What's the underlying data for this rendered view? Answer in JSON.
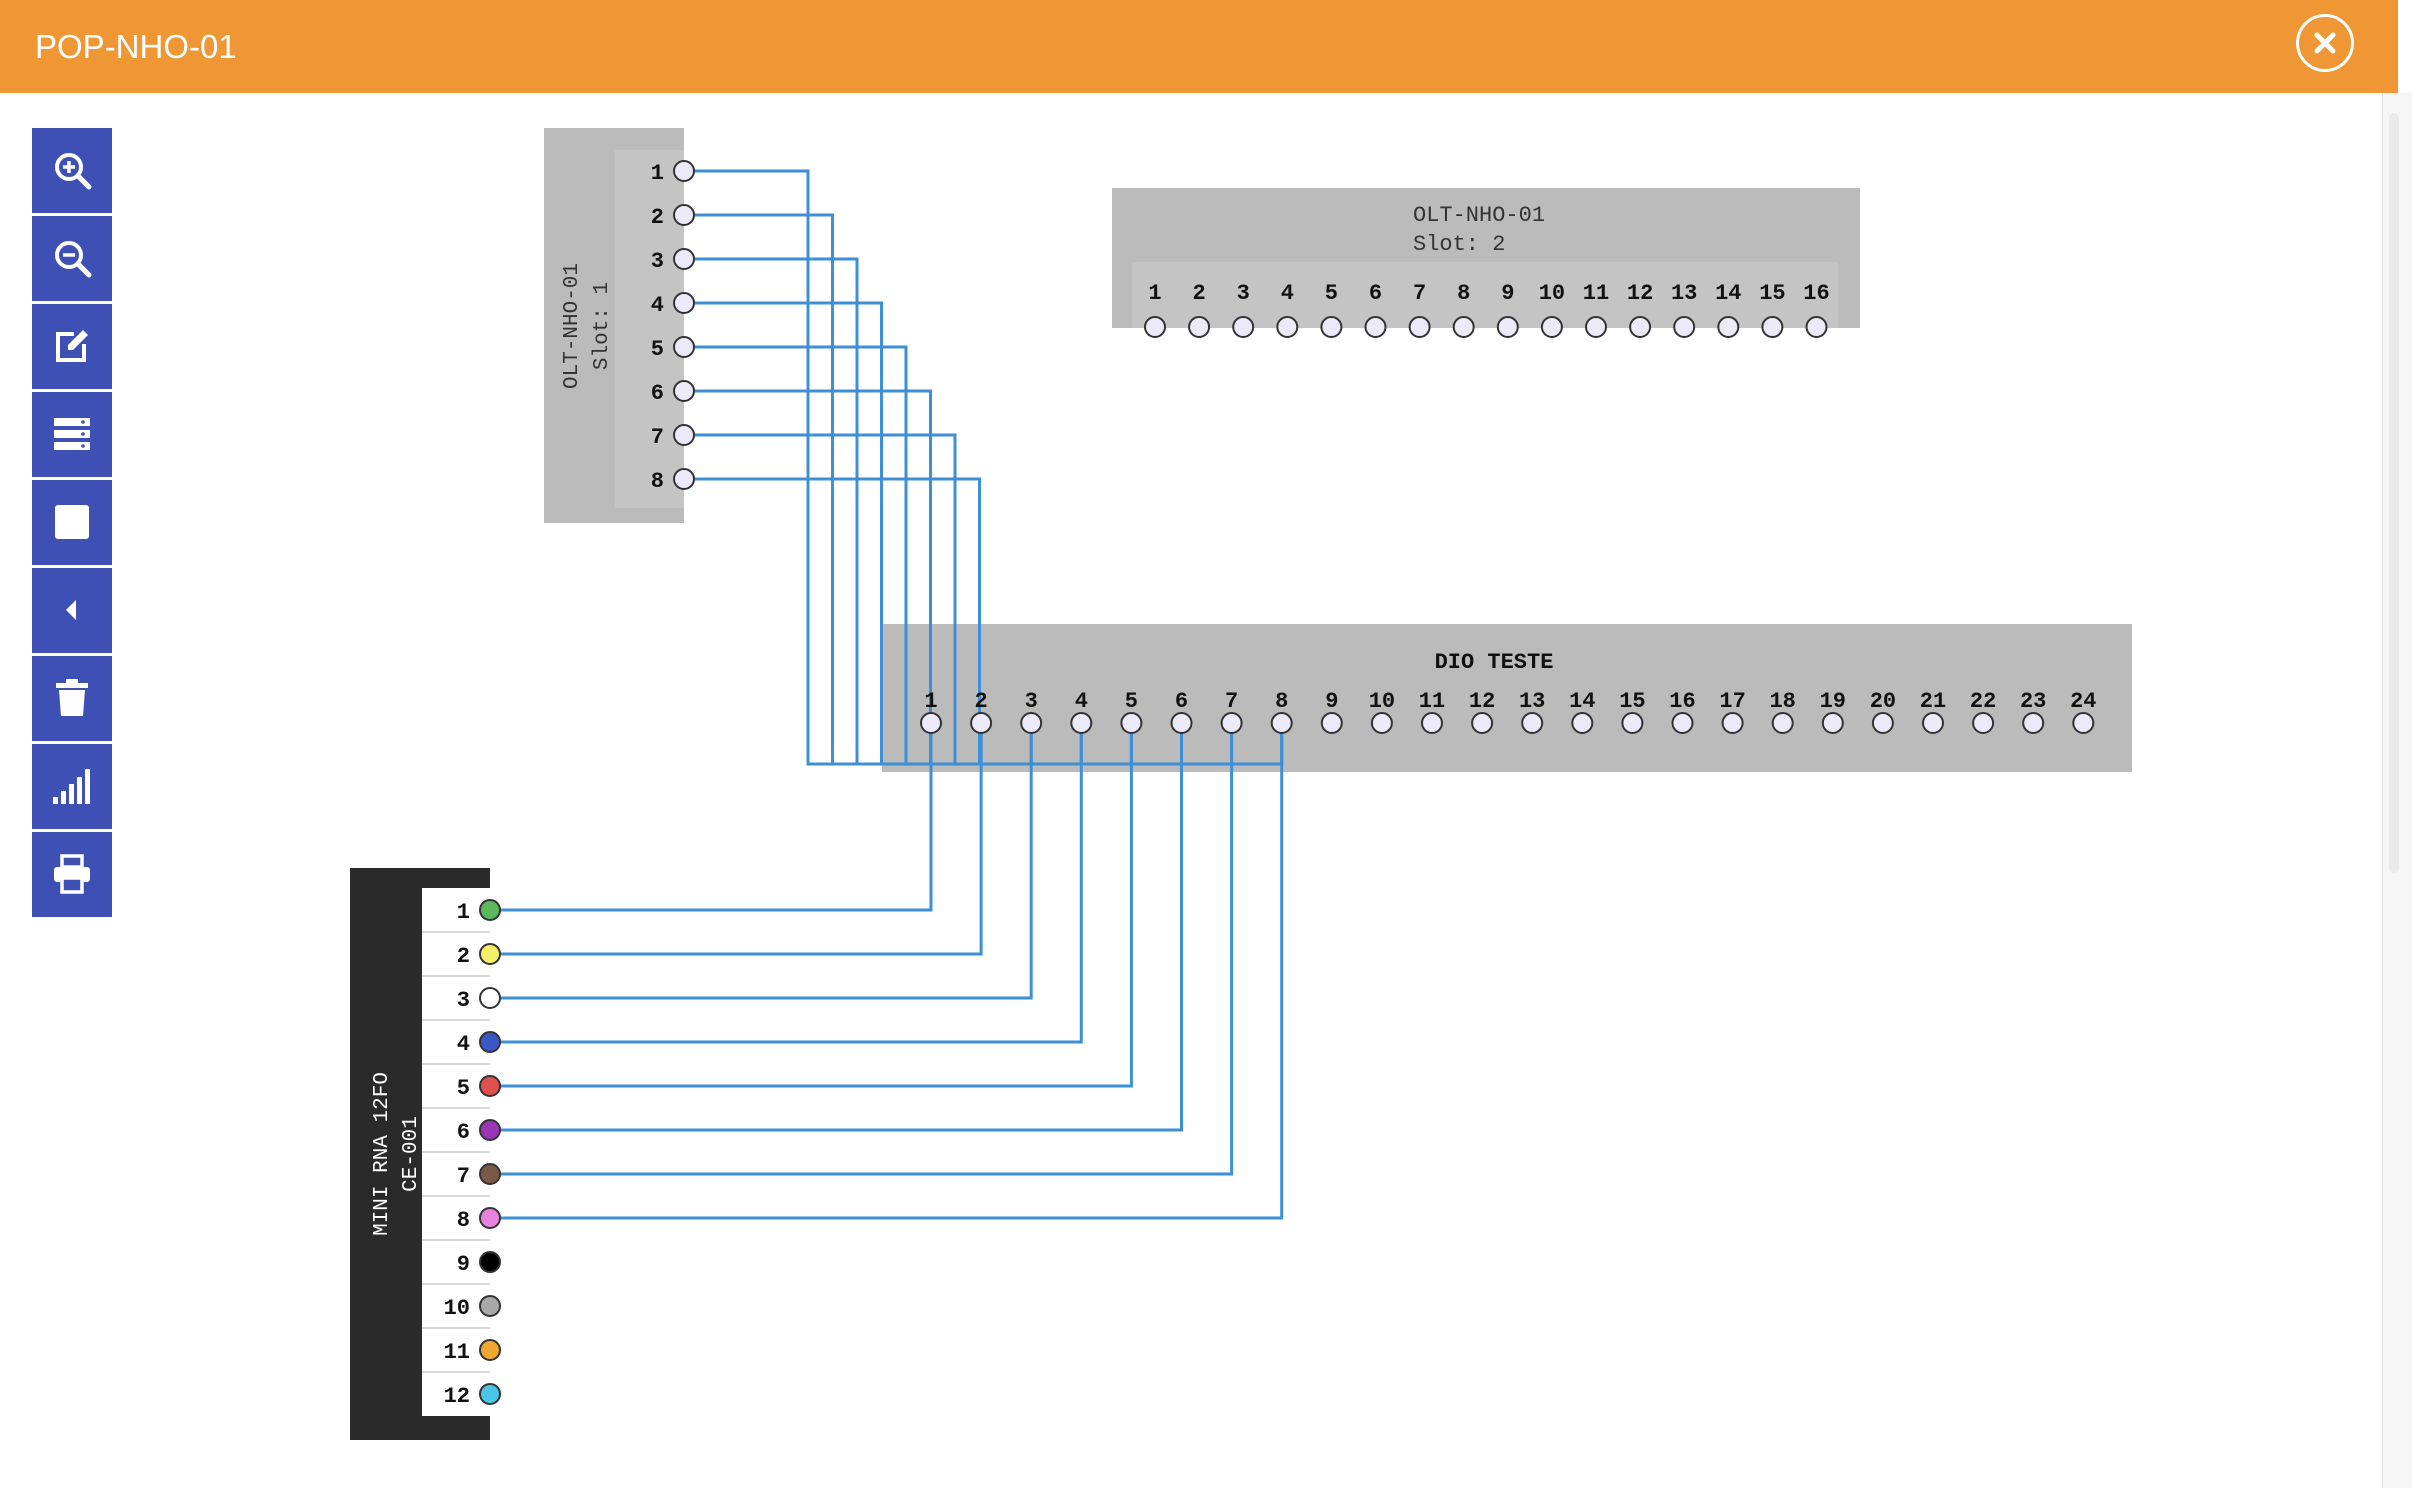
{
  "window": {
    "title": "POP-NHO-01",
    "close_icon": "close-circle-icon"
  },
  "toolbar": {
    "buttons": [
      {
        "name": "zoom-in-button",
        "icon": "zoom-in-icon"
      },
      {
        "name": "zoom-out-button",
        "icon": "zoom-out-icon"
      },
      {
        "name": "edit-button",
        "icon": "edit-icon"
      },
      {
        "name": "equipment-list-button",
        "icon": "server-icon"
      },
      {
        "name": "square-button",
        "icon": "square-icon"
      },
      {
        "name": "back-button",
        "icon": "caret-left-icon"
      },
      {
        "name": "delete-button",
        "icon": "trash-icon"
      },
      {
        "name": "signal-button",
        "icon": "signal-bars-icon"
      },
      {
        "name": "print-button",
        "icon": "print-icon"
      }
    ]
  },
  "diagram": {
    "olt_slot1": {
      "name": "OLT-NHO-01",
      "slot_label": "Slot: 1",
      "ports": [
        "1",
        "2",
        "3",
        "4",
        "5",
        "6",
        "7",
        "8"
      ]
    },
    "olt_slot2": {
      "name": "OLT-NHO-01",
      "slot_label": "Slot: 2",
      "ports": [
        "1",
        "2",
        "3",
        "4",
        "5",
        "6",
        "7",
        "8",
        "9",
        "10",
        "11",
        "12",
        "13",
        "14",
        "15",
        "16"
      ]
    },
    "dio": {
      "name": "DIO TESTE",
      "ports": [
        "1",
        "2",
        "3",
        "4",
        "5",
        "6",
        "7",
        "8",
        "9",
        "10",
        "11",
        "12",
        "13",
        "14",
        "15",
        "16",
        "17",
        "18",
        "19",
        "20",
        "21",
        "22",
        "23",
        "24"
      ]
    },
    "cable": {
      "name_line1": "MINI RNA 12FO",
      "name_line2": "CE-001",
      "fibers": [
        {
          "label": "1",
          "color": "#5cb85c"
        },
        {
          "label": "2",
          "color": "#f4f06a"
        },
        {
          "label": "3",
          "color": "#ffffff"
        },
        {
          "label": "4",
          "color": "#3b57c4"
        },
        {
          "label": "5",
          "color": "#e0514b"
        },
        {
          "label": "6",
          "color": "#9a35b5"
        },
        {
          "label": "7",
          "color": "#7a5a46"
        },
        {
          "label": "8",
          "color": "#e884e0"
        },
        {
          "label": "9",
          "color": "#000000"
        },
        {
          "label": "10",
          "color": "#a9a9a9"
        },
        {
          "label": "11",
          "color": "#f0a830"
        },
        {
          "label": "12",
          "color": "#49c6e5"
        }
      ]
    },
    "connections_olt_to_dio": [
      [
        1,
        1
      ],
      [
        2,
        2
      ],
      [
        3,
        3
      ],
      [
        4,
        4
      ],
      [
        5,
        5
      ],
      [
        6,
        6
      ],
      [
        7,
        7
      ],
      [
        8,
        8
      ]
    ],
    "connections_dio_to_cable": [
      [
        1,
        1
      ],
      [
        2,
        2
      ],
      [
        3,
        3
      ],
      [
        4,
        4
      ],
      [
        5,
        5
      ],
      [
        6,
        6
      ],
      [
        7,
        7
      ],
      [
        8,
        8
      ]
    ],
    "colors": {
      "header": "#ef9735",
      "toolbar": "#3f50b5",
      "wire": "#3d8fd6",
      "panel": "#bbbbbb",
      "cable_body": "#2a2a2a"
    }
  }
}
